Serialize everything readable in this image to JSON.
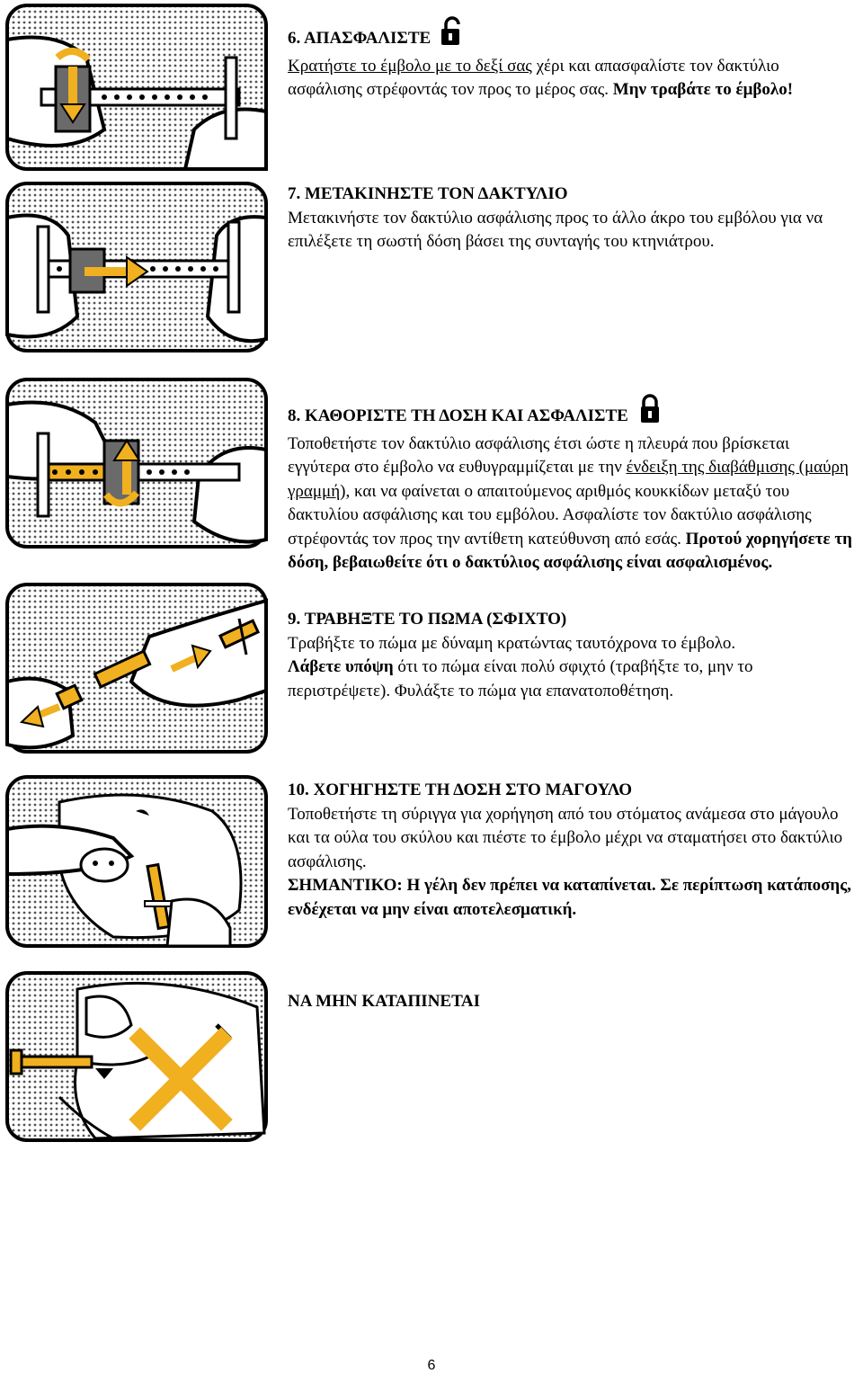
{
  "colors": {
    "accent": "#f0b020",
    "frame": "#000000",
    "band": "#6a6a6a"
  },
  "steps": {
    "s6": {
      "title": "6. ΑΠΑΣΦΑΛΙΣΤΕ",
      "icon": "unlocked-padlock-icon",
      "t1": "Κρατήστε το έμβολο με το δεξί σας",
      "t2": " χέρι και απασφαλίστε τον δακτύλιο ασφάλισης στρέφοντάς τον προς το μέρος σας. ",
      "t3": "Μην τραβάτε το έμβολο!"
    },
    "s7": {
      "title": "7. ΜΕΤΑΚΙΝΗΣΤΕ ΤΟΝ ΔΑΚΤΥΛΙΟ",
      "t1": "Μετακινήστε τον δακτύλιο ασφάλισης προς το άλλο άκρο του εμβόλου για να επιλέξετε τη σωστή δόση βάσει της συνταγής του κτηνιάτρου."
    },
    "s8": {
      "title": "8. ΚΑΘΟΡΙΣΤΕ ΤΗ ΔΟΣΗ ΚΑΙ ΑΣΦΑΛΙΣΤΕ",
      "icon": "locked-padlock-icon",
      "t1": "Τοποθετήστε τον δακτύλιο ασφάλισης έτσι ώστε η πλευρά που βρίσκεται εγγύτερα στο έμβολο να ευθυγραμμίζεται με την ",
      "t2": "ένδειξη της διαβάθμισης (μαύρη γραμμή),",
      "t3": " και να φαίνεται ο απαιτούμενος αριθμός κουκκίδων μεταξύ του δακτυλίου ασφάλισης και του εμβόλου. Ασφαλίστε τον δακτύλιο ασφάλισης στρέφοντάς τον προς την αντίθετη κατεύθυνση από εσάς. ",
      "t4": "Προτού χορηγήσετε τη δόση, βεβαιωθείτε ότι ο δακτύλιος ασφάλισης είναι ασφαλισμένος."
    },
    "s9": {
      "title": "9. ΤΡΑΒΗΞΤΕ ΤΟ ΠΩΜΑ (ΣΦΙΧΤΟ)",
      "t1": "Τραβήξτε το πώμα με δύναμη κρατώντας ταυτόχρονα το έμβολο.",
      "t2": "Λάβετε υπόψη",
      "t3": " ότι το πώμα είναι πολύ σφιχτό (τραβήξτε το, μην το περιστρέψετε). Φυλάξτε το πώμα για επανατοποθέτηση."
    },
    "s10": {
      "title": "10. ΧΟΓΗΓΗΣΤΕ ΤΗ ΔΟΣΗ ΣΤΟ ΜΑΓΟΥΛΟ",
      "t1": "Τοποθετήστε τη σύριγγα για χορήγηση από του στόματος ανάμεσα στο μάγουλο και τα ούλα του σκύλου και πιέστε το έμβολο μέχρι να σταματήσει στο δακτύλιο ασφάλισης.",
      "t2": "ΣΗΜΑΝΤΙΚΟ: Η γέλη δεν πρέπει να καταπίνεται. Σε περίπτωση κατάποσης, ενδέχεται να μην είναι αποτελεσματική."
    },
    "warn": {
      "title": "ΝΑ ΜΗΝ ΚΑΤΑΠΙΝΕΤΑΙ"
    }
  },
  "page_number": "6"
}
